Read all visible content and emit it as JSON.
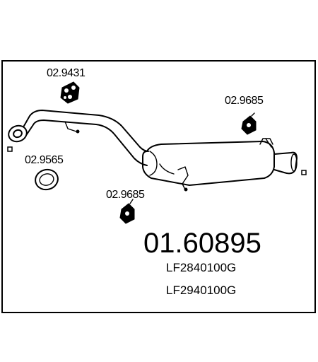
{
  "labels": {
    "part_9431": "02.9431",
    "part_9685_right": "02.9685",
    "part_9565": "02.9565",
    "part_9685_left": "02.9685",
    "main_part_number": "01.60895",
    "ref_1": "LF2840100G",
    "ref_2": "LF2940100G"
  }
}
